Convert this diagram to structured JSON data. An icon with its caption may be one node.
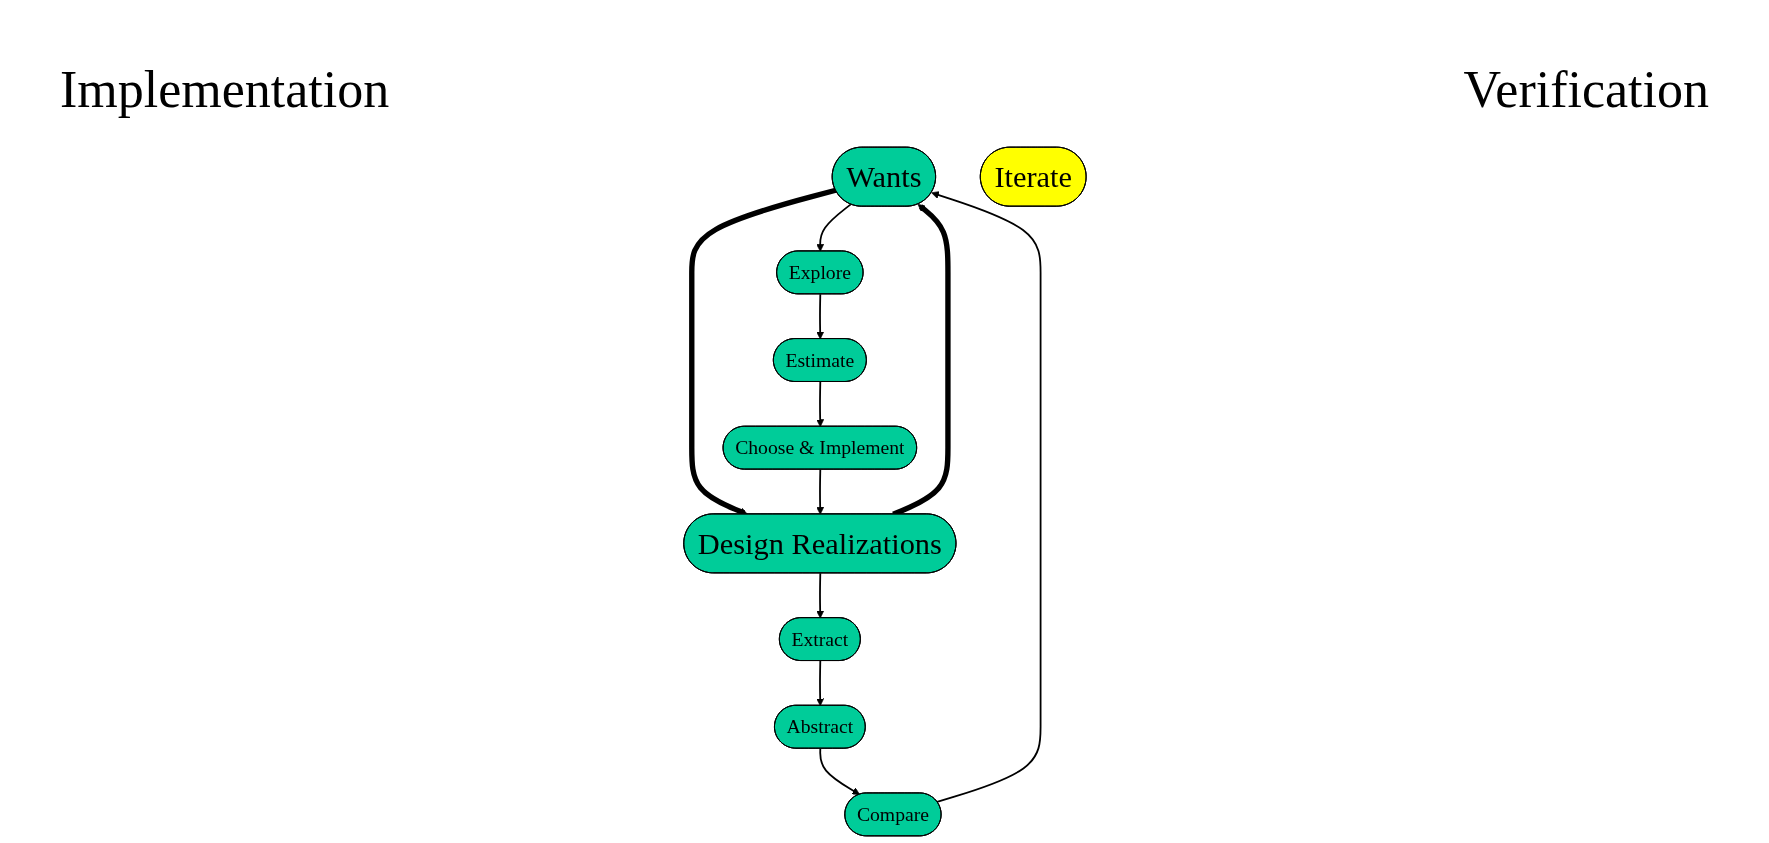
{
  "diagram": {
    "nodes": [
      {
        "text": [
          "Wants"
        ]
      },
      {
        "text": [
          "Explore"
        ]
      },
      {
        "text": [
          "Estimate"
        ]
      },
      {
        "text": [
          "Choose & Implement"
        ]
      },
      {
        "text": [
          "Iterate"
        ]
      },
      {
        "text": [
          "Compare"
        ]
      },
      {
        "text": [
          "Abstract"
        ]
      },
      {
        "text": [
          "Extract"
        ]
      },
      {
        "text": [
          "Design Realizations"
        ]
      }
    ],
    "edges": [
      {
        "from": 0,
        "to": 8,
        "arrow": "to",
        "style": "thick"
      },
      {
        "from": 8,
        "to": 0,
        "arrow": "to",
        "style": "thick"
      },
      {
        "from": 0,
        "to": 1,
        "arrow": "to"
      },
      {
        "from": 1,
        "to": 2,
        "arrow": "to"
      },
      {
        "from": 2,
        "to": 3,
        "arrow": "to"
      },
      {
        "from": 3,
        "to": 8,
        "arrow": "to"
      },
      {
        "from": 8,
        "to": 7,
        "arrow": "to"
      },
      {
        "from": 7,
        "to": 6,
        "arrow": "to"
      },
      {
        "from": 6,
        "to": 5,
        "arrow": "to"
      },
      {
        "from": 5,
        "to": 0,
        "arrow": "to"
      }
    ],
    "labels": [
      "Implementation",
      "Verification"
    ]
  }
}
